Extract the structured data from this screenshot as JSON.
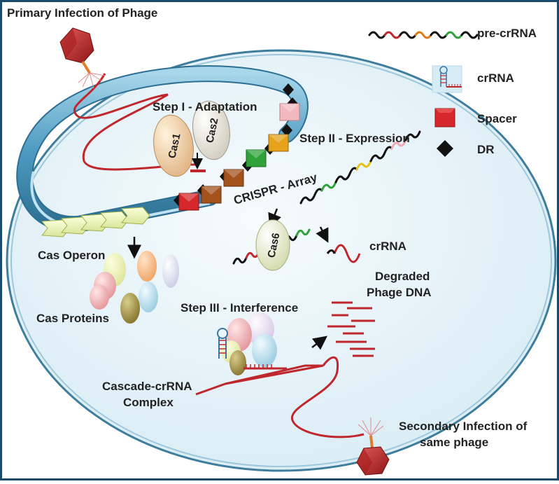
{
  "title_primary": "Primary Infection of Phage",
  "title_secondary": [
    "Secondary Infection of",
    "same phage"
  ],
  "steps": {
    "adaptation": "Step I - Adaptation",
    "expression": "Step II - Expression",
    "interference": "Step III - Interference"
  },
  "labels": {
    "crispr_array": "CRISPR - Array",
    "cas_operon": "Cas Operon",
    "cas_proteins": "Cas Proteins",
    "crrna_product": "crRNA",
    "degraded": [
      "Degraded",
      "Phage DNA"
    ],
    "cascade": [
      "Cascade-crRNA",
      "Complex"
    ]
  },
  "proteins": {
    "cas1": "Cas1",
    "cas2": "Cas2",
    "cas6": "Cas6"
  },
  "legend": {
    "pre_crrna": "pre-crRNA",
    "crrna": "crRNA",
    "spacer": "Spacer",
    "dr": "DR"
  },
  "colors": {
    "cell_fill": "#e8f3f8",
    "cell_border": "#3f7d9c",
    "phage_dna": "#c0272d",
    "spacer": "#d6282b",
    "dr": "#111111",
    "backbone": "#6ab0d0"
  }
}
